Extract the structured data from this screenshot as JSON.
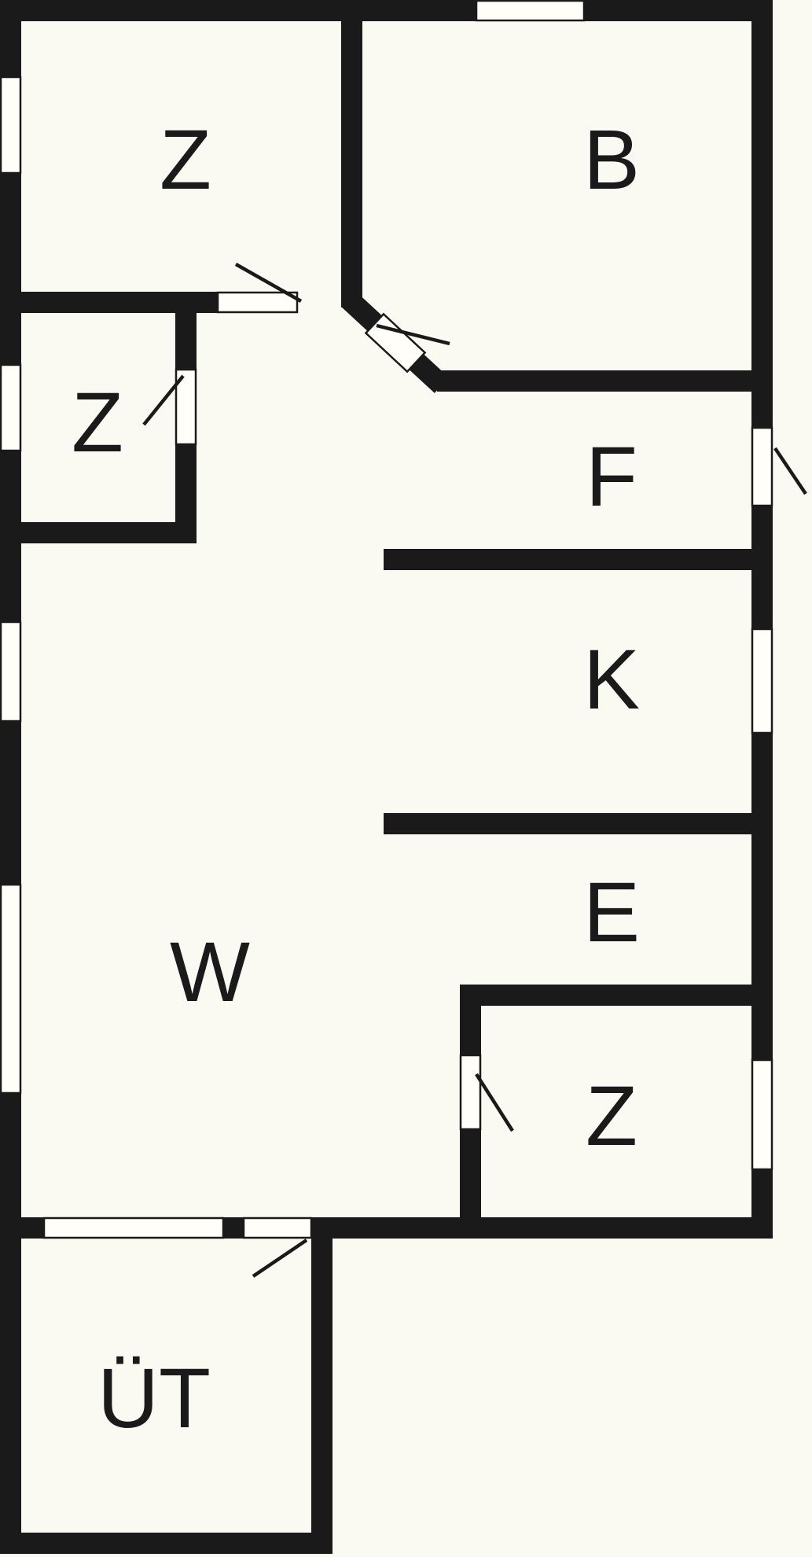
{
  "floorplan": {
    "colors": {
      "background": "#fbfaf2",
      "wall": "#1a1a1a",
      "window_fill": "#fffef9"
    },
    "rooms": [
      {
        "id": "z-top-left",
        "label": "Z"
      },
      {
        "id": "b",
        "label": "B"
      },
      {
        "id": "z-middle-left",
        "label": "Z"
      },
      {
        "id": "f",
        "label": "F"
      },
      {
        "id": "k",
        "label": "K"
      },
      {
        "id": "e",
        "label": "E"
      },
      {
        "id": "w",
        "label": "W"
      },
      {
        "id": "z-bottom-right",
        "label": "Z"
      },
      {
        "id": "ut",
        "label": "ÜT"
      }
    ]
  }
}
